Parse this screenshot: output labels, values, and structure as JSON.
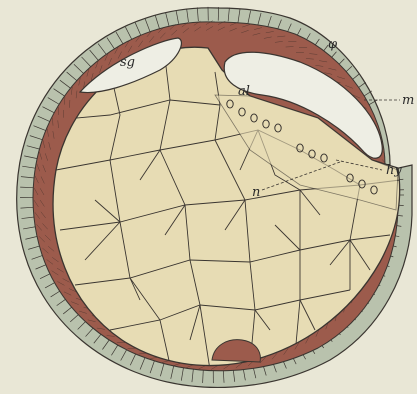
{
  "figure": {
    "colors": {
      "background": "#e9e7d6",
      "ectoderm": "#b9c2ad",
      "mesoderm": "#9c5b4c",
      "endoderm": "#e7dcb4",
      "cavity": "#eeeee4",
      "line": "#3a3530"
    },
    "labels": {
      "phi": "φ",
      "sg": "sg",
      "al": "al",
      "m": "m",
      "hy": "hy",
      "n": "n"
    }
  }
}
